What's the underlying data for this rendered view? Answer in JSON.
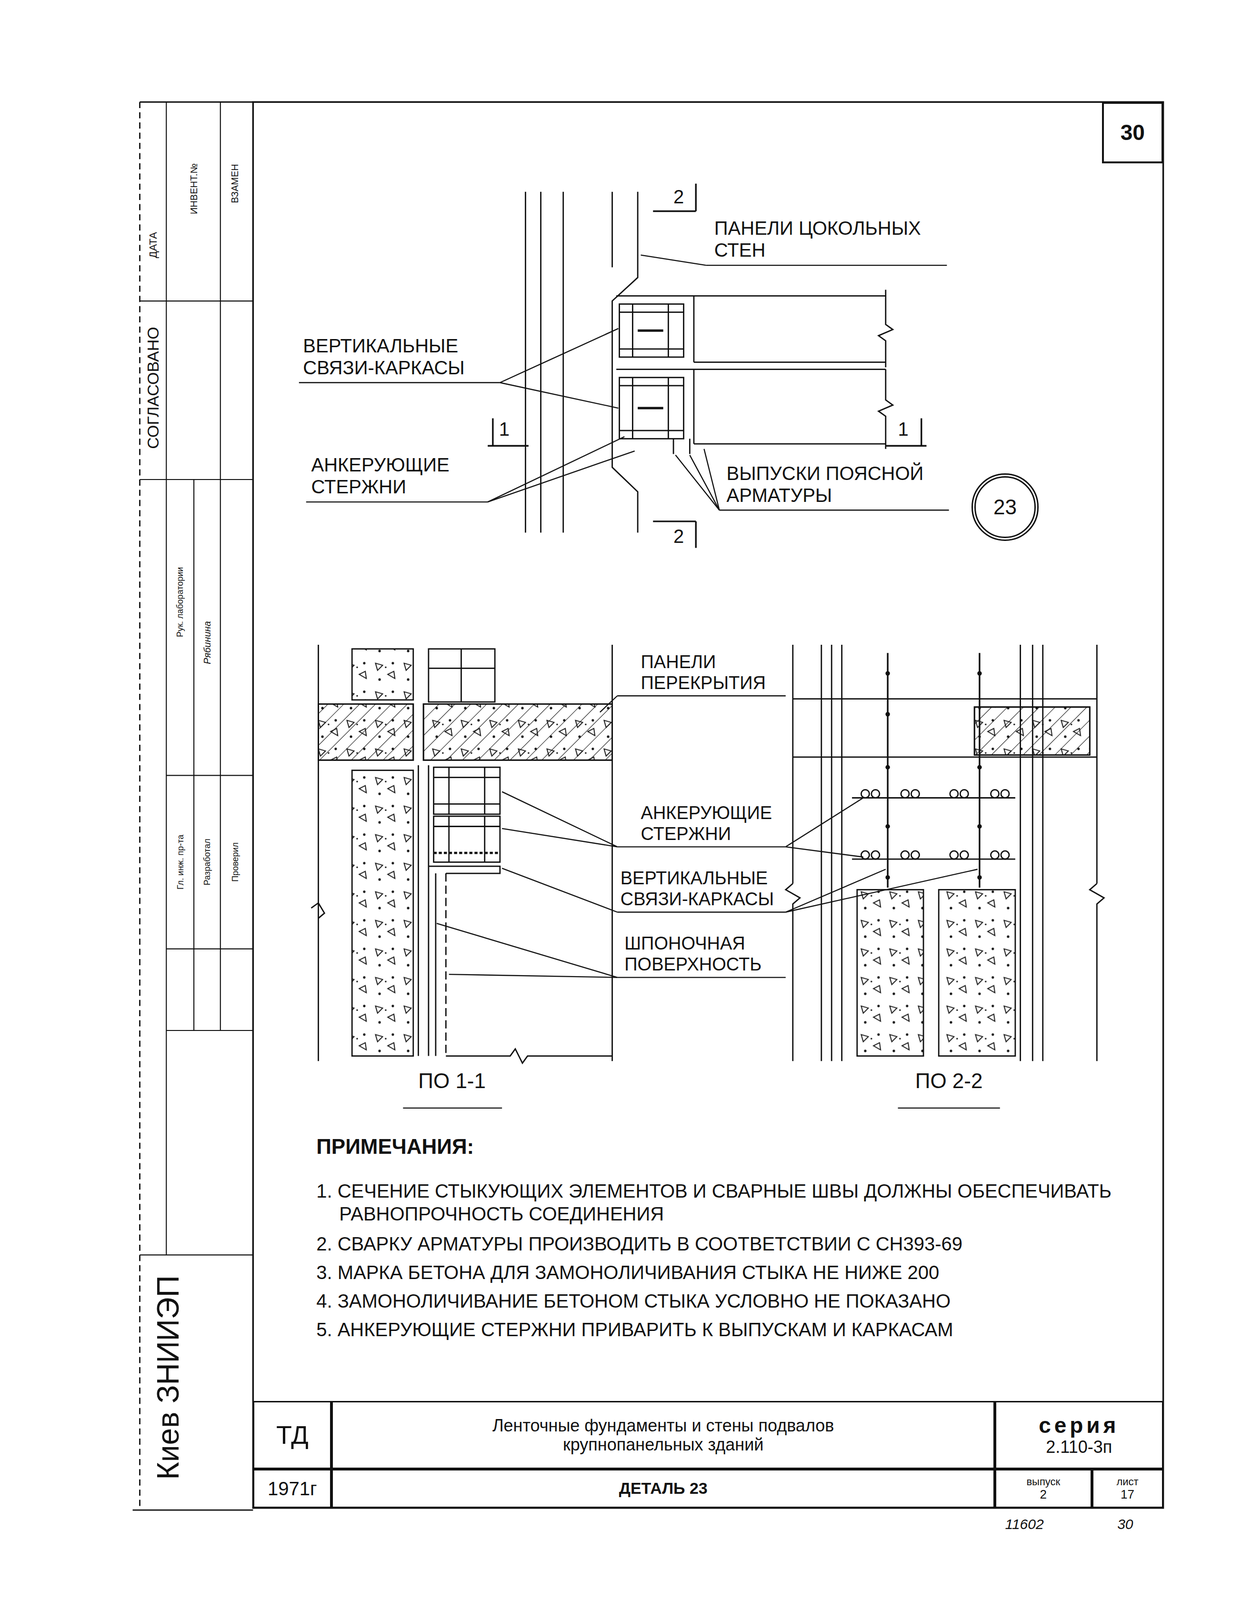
{
  "diagram": {
    "nodes": [
      {
        "text": [
          "30"
        ]
      },
      {
        "text": [
          "23"
        ]
      },
      {
        "text": [
          "ТД"
        ]
      },
      {
        "text": [
          "Ленточные фундаменты и стены подвалов крупнопанельных зданий"
        ]
      },
      {
        "text": [
          "серия",
          "2.110-3п"
        ]
      },
      {
        "text": [
          "1971г"
        ]
      },
      {
        "text": [
          "ДЕТАЛЬ 23"
        ]
      },
      {
        "text": [
          "выпуск",
          "2"
        ]
      },
      {
        "text": [
          "лист",
          "17"
        ]
      }
    ],
    "labels": [
      "2",
      "2",
      "1",
      "1",
      "ПАНЕЛИ ЦОКОЛЬНЫХ СТЕН",
      "ВЕРТИКАЛЬНЫЕ СВЯЗИ-КАРКАСЫ",
      "АНКЕРУЮЩИЕ СТЕРЖНИ",
      "ВЫПУСКИ ПОЯСНОЙ АРМАТУРЫ",
      "ПАНЕЛИ ПЕРЕКРЫТИЯ",
      "АНКЕРУЮЩИЕ СТЕРЖНИ",
      "ВЕРТИКАЛЬНЫЕ СВЯЗИ-КАРКАСЫ",
      "ШПОНОЧНАЯ ПОВЕРХНОСТЬ",
      "ПО 1-1",
      "ПО 2-2",
      "ПРИМЕЧАНИЯ:",
      "1. СЕЧЕНИЕ СТЫКУЮЩИХ ЭЛЕМЕНТОВ И СВАРНЫЕ ШВЫ ДОЛЖНЫ ОБЕСПЕЧИВАТЬ РАВНОПРОЧНОСТЬ СОЕДИНЕНИЯ",
      "2. СВАРКУ АРМАТУРЫ ПРОИЗВОДИТЬ В СООТВЕТСТВИИ С СН393-69",
      "3. МАРКА БЕТОНА ДЛЯ ЗАМОНОЛИЧИВАНИЯ СТЫКА НЕ НИЖЕ 200",
      "4. ЗАМОНОЛИЧИВАНИЕ БЕТОНОМ СТЫКА УСЛОВНО НЕ ПОКАЗАНО",
      "5. АНКЕРУЮЩИЕ СТЕРЖНИ ПРИВАРИТЬ К ВЫПУСКАМ И КАРКАСАМ",
      "11602",
      "30",
      "ДАТА",
      "ИНВЕНТ.№",
      "ВЗАМЕН",
      "СОГЛАСОВАНО",
      "Рук. лаборатории",
      "Гл. инж. пр-та",
      "Разработал",
      "Проверил",
      "Рябинина",
      "Киев ЗНИИЭП"
    ]
  }
}
